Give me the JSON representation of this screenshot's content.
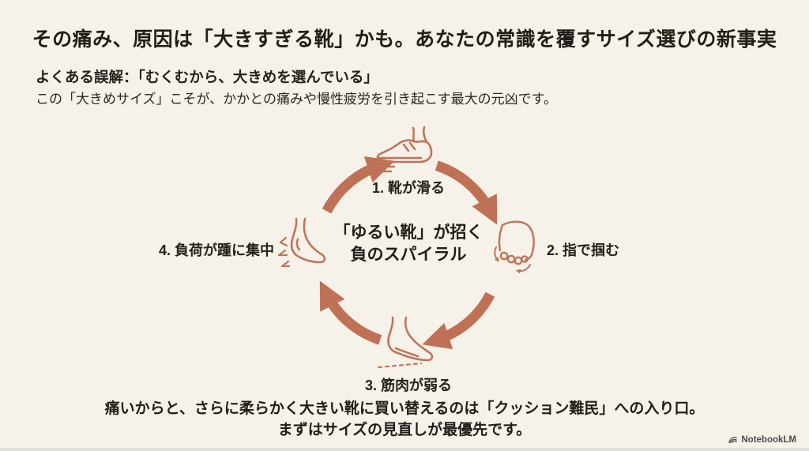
{
  "page": {
    "title": "その痛み、原因は「大きすぎる靴」かも。あなたの常識を覆すサイズ選びの新事実",
    "subtitle_bold": "よくある誤解：「むくむから、大きめを選んでいる」",
    "subtitle_text": "この「大きめサイズ」こそが、かかとの痛みや慢性疲労を引き起こす最大の元凶です。",
    "footer_line1": "痛いからと、さらに柔らかく大きい靴に買い替えるのは「クッション難民」への入り口。",
    "footer_line2": "まずはサイズの見直しが最優先です。",
    "watermark": "NotebookLM"
  },
  "diagram": {
    "type": "cycle",
    "center_line1": "「ゆるい靴」が招く",
    "center_line2": "負のスパイラル",
    "direction": "clockwise",
    "steps": [
      {
        "label": "1. 靴が滑る",
        "icon": "slipping-shoe-icon",
        "position": "top"
      },
      {
        "label": "2. 指で掴む",
        "icon": "gripping-toes-icon",
        "position": "right"
      },
      {
        "label": "3. 筋肉が弱る",
        "icon": "weak-arch-foot-icon",
        "position": "bottom"
      },
      {
        "label": "4. 負荷が踵に集中",
        "icon": "heel-impact-icon",
        "position": "left"
      }
    ],
    "colors": {
      "background": "#F6F2E9",
      "arrow": "#BF7156",
      "icon_stroke": "#C0755A",
      "text": "#211E1A"
    }
  }
}
